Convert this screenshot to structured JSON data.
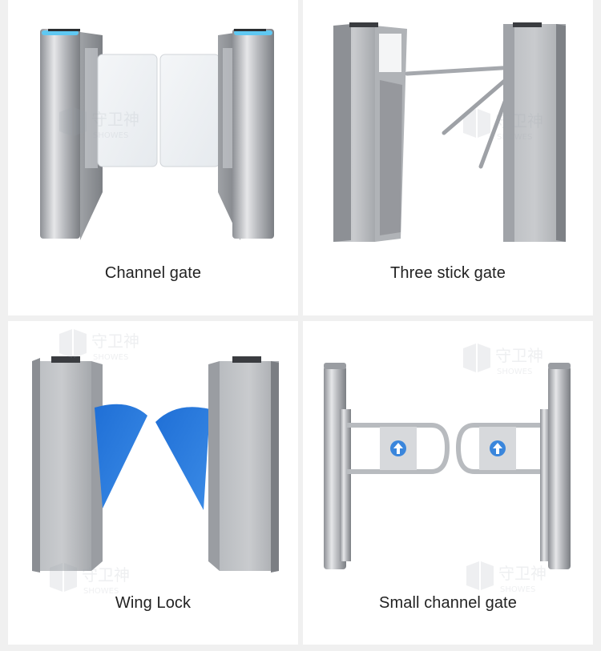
{
  "products": [
    {
      "caption": "Channel gate",
      "image_icon": "channel-gate-image"
    },
    {
      "caption": "Three stick gate",
      "image_icon": "three-stick-gate-image"
    },
    {
      "caption": "Wing Lock",
      "image_icon": "wing-lock-image"
    },
    {
      "caption": "Small channel gate",
      "image_icon": "small-channel-gate-image"
    }
  ],
  "watermark": {
    "brand": "守卫神",
    "latin": "SHOWES"
  },
  "colors": {
    "background": "#f0f0f0",
    "card": "#ffffff",
    "wing_blue": "#2a76d8",
    "indicator_cyan": "#5fc8f2",
    "arrow_badge": "#3a86dc"
  }
}
